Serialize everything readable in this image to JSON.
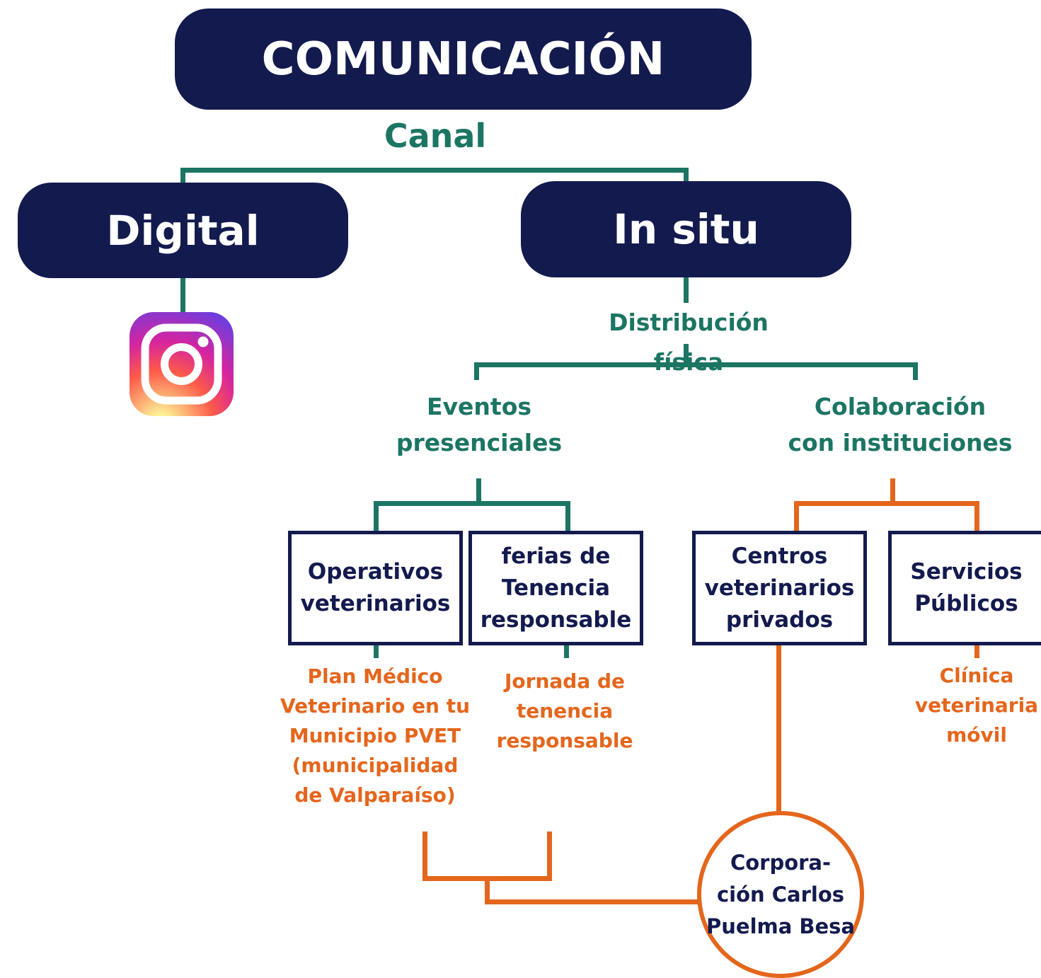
{
  "title": "COMUNICACIÓN",
  "channel_label": "Canal",
  "digital": {
    "label": "Digital",
    "icon": "instagram-icon"
  },
  "in_situ": {
    "label": "In situ",
    "distribution_label": "Distribución física",
    "events": {
      "label": "Eventos\npresenciales",
      "operativos": "Operativos\nveterinarios",
      "ferias": "ferias de\nTenencia\nresponsable",
      "plan_medico": "Plan Médico\nVeterinario en tu\nMunicipio PVET\n(municipalidad\nde Valparaíso)",
      "jornada": "Jornada de\ntenencia\nresponsable"
    },
    "collaboration": {
      "label": "Colaboración\ncon instituciones",
      "centros": "Centros\nveterinarios\nprivados",
      "servicios": "Servicios\nPúblicos",
      "clinica": "Clínica\nveterinaria\nmóvil"
    },
    "corporacion": "Corpora-\nción Carlos\nPuelma Besa"
  },
  "colors": {
    "navy": "#131a4e",
    "teal": "#1c7563",
    "orange": "#e4661c"
  }
}
